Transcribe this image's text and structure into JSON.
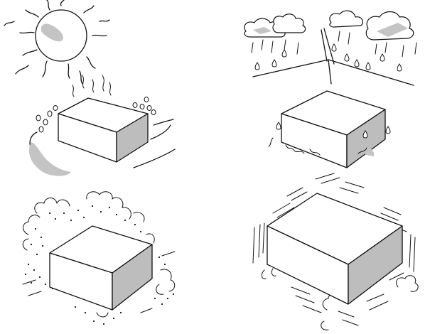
{
  "figure": {
    "panels": [
      {
        "id": "sun",
        "icon": "sun-icon"
      },
      {
        "id": "rain",
        "icon": "rain-cloud-icon"
      },
      {
        "id": "dust",
        "icon": "dust-cloud-icon"
      },
      {
        "id": "vibration",
        "icon": "vibration-icon"
      }
    ],
    "colors": {
      "ink": "#111111",
      "shade": "#c4c4c4",
      "paper": "#ffffff"
    }
  }
}
